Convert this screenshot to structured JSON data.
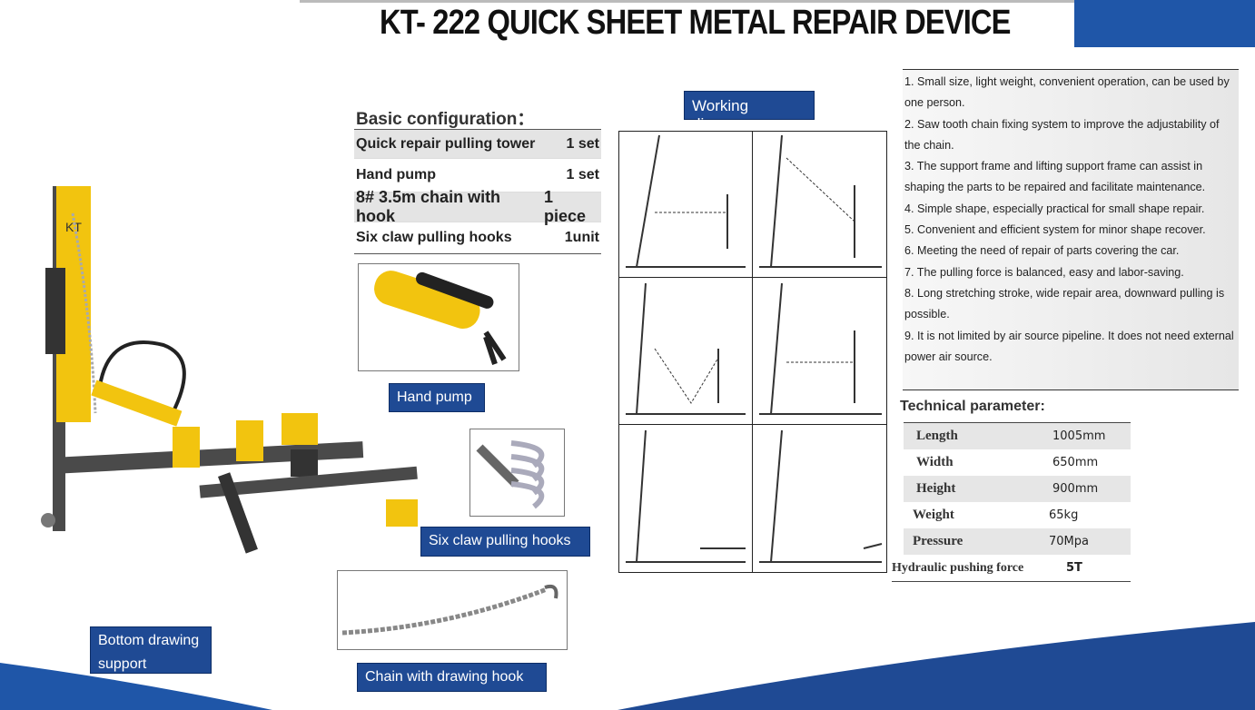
{
  "title": "KT- 222 QUICK SHEET METAL REPAIR DEVICE",
  "colors": {
    "accent": "#1f4a94",
    "brand_blue": "#1f56a8",
    "machine_yellow": "#f2c40f"
  },
  "basic_config": {
    "title": "Basic configuration：",
    "items": [
      {
        "name": "Quick repair pulling tower",
        "qty": "1 set"
      },
      {
        "name": "Hand pump",
        "qty": "1 set"
      },
      {
        "name": "8# 3.5m chain with hook",
        "qty": "1 piece"
      },
      {
        "name": "Six claw pulling hooks",
        "qty": "1unit"
      }
    ]
  },
  "labels": {
    "working_diagram": "Working diagram",
    "hand_pump": "Hand pump",
    "six_claw": "Six claw pulling hooks",
    "chain": "Chain with drawing hook",
    "bottom_support": "Bottom drawing support",
    "machine_mark": "KT"
  },
  "features": [
    "1. Small size, light weight, convenient operation, can be used by one person.",
    "2. Saw tooth chain fixing system to improve the adjustability of the chain.",
    "3. The support frame and lifting support frame can assist in shaping the parts to be repaired and facilitate maintenance.",
    "4. Simple shape, especially practical for small shape repair.",
    "5. Convenient and efficient system for minor shape recover.",
    "6. Meeting the need of repair of parts covering the car.",
    "7. The pulling force is balanced, easy and labor-saving.",
    "8. Long stretching stroke, wide repair area, downward pulling is possible.",
    "9. It is not limited by air source pipeline. It does not need external power air source."
  ],
  "technical": {
    "title": "Technical parameter:",
    "rows": [
      {
        "k": "Length",
        "v": "1005mm"
      },
      {
        "k": "Width",
        "v": "650mm"
      },
      {
        "k": "Height",
        "v": "900mm"
      },
      {
        "k": "Weight",
        "v": "65kg"
      },
      {
        "k": "Pressure",
        "v": "70Mpa"
      },
      {
        "k": "Hydraulic pushing force",
        "v": "5T"
      }
    ]
  }
}
